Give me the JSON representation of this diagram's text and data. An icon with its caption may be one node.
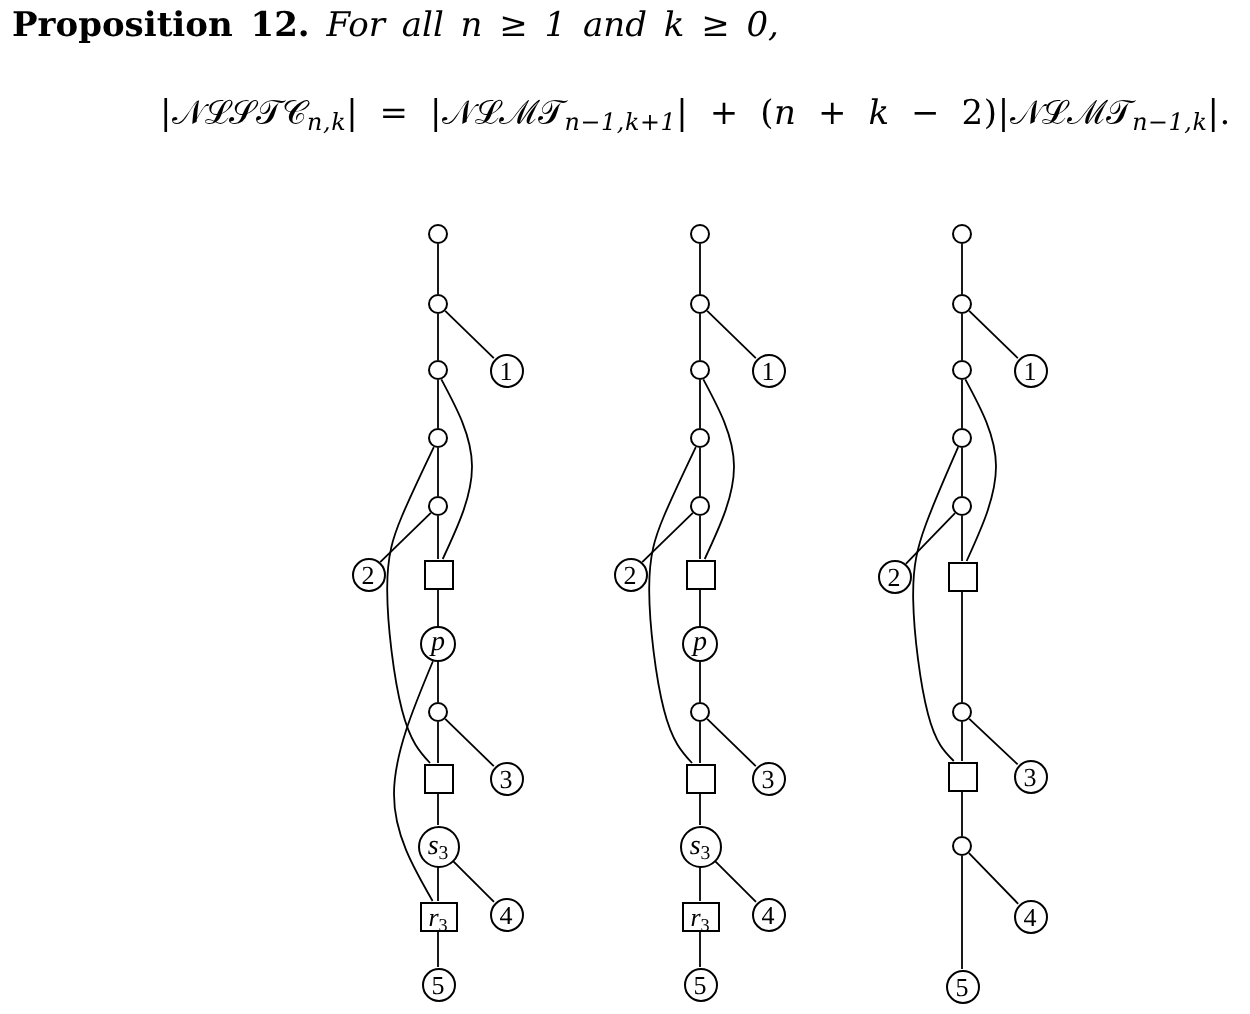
{
  "diagram": {
    "nodes": [
      {
        "text": [],
        "shape": "circle"
      },
      {
        "text": [],
        "shape": "circle"
      },
      {
        "text": [],
        "shape": "circle"
      },
      {
        "text": [
          "1"
        ]
      },
      {
        "text": [],
        "shape": "circle"
      },
      {
        "text": [],
        "shape": "circle"
      },
      {
        "text": [
          "2"
        ]
      },
      {
        "text": [],
        "shape": "box"
      },
      {
        "text": [
          "p"
        ]
      },
      {
        "text": [],
        "shape": "circle"
      },
      {
        "text": [],
        "shape": "box"
      },
      {
        "text": [
          "3"
        ]
      },
      {
        "text": [
          "s$_{3}$"
        ]
      },
      {
        "text": [
          "r$_{3}$"
        ]
      },
      {
        "text": [
          "4"
        ]
      },
      {
        "text": [
          "5"
        ]
      },
      {
        "text": [],
        "shape": "circle"
      },
      {
        "text": [],
        "shape": "circle"
      },
      {
        "text": [],
        "shape": "circle"
      },
      {
        "text": [
          "1"
        ]
      },
      {
        "text": [],
        "shape": "circle"
      },
      {
        "text": [],
        "shape": "circle"
      },
      {
        "text": [
          "2"
        ]
      },
      {
        "text": [],
        "shape": "box"
      },
      {
        "text": [
          "p"
        ]
      },
      {
        "text": [],
        "shape": "circle"
      },
      {
        "text": [],
        "shape": "box"
      },
      {
        "text": [
          "3"
        ]
      },
      {
        "text": [
          "s$_{3}$"
        ]
      },
      {
        "text": [
          "r$_{3}$"
        ]
      },
      {
        "text": [
          "4"
        ]
      },
      {
        "text": [
          "5"
        ]
      },
      {
        "text": [],
        "shape": "circle"
      },
      {
        "text": [],
        "shape": "circle"
      },
      {
        "text": [],
        "shape": "circle"
      },
      {
        "text": [
          "1"
        ]
      },
      {
        "text": [],
        "shape": "circle"
      },
      {
        "text": [],
        "shape": "circle"
      },
      {
        "text": [
          "2"
        ]
      },
      {
        "text": [],
        "shape": "box"
      },
      {
        "text": [],
        "shape": "circle"
      },
      {
        "text": [],
        "shape": "box"
      },
      {
        "text": [
          "3"
        ]
      },
      {
        "text": [],
        "shape": "circle"
      },
      {
        "text": [
          "4"
        ]
      },
      {
        "text": [
          "5"
        ]
      }
    ],
    "edges": [
      {
        "from": 0,
        "to": 1,
        "arrow": "none"
      },
      {
        "from": 1,
        "to": 2,
        "arrow": "none"
      },
      {
        "from": 1,
        "to": 3,
        "arrow": "none"
      },
      {
        "from": 2,
        "to": 4,
        "arrow": "none"
      },
      {
        "from": 2,
        "to": 7,
        "arrow": "none"
      },
      {
        "from": 4,
        "to": 5,
        "arrow": "none"
      },
      {
        "from": 4,
        "to": 10,
        "arrow": "none"
      },
      {
        "from": 5,
        "to": 7,
        "arrow": "none"
      },
      {
        "from": 5,
        "to": 6,
        "arrow": "none"
      },
      {
        "from": 7,
        "to": 8,
        "arrow": "none"
      },
      {
        "from": 8,
        "to": 9,
        "arrow": "none"
      },
      {
        "from": 8,
        "to": 13,
        "arrow": "none"
      },
      {
        "from": 9,
        "to": 10,
        "arrow": "none"
      },
      {
        "from": 9,
        "to": 11,
        "arrow": "none"
      },
      {
        "from": 10,
        "to": 12,
        "arrow": "none"
      },
      {
        "from": 12,
        "to": 13,
        "arrow": "none"
      },
      {
        "from": 12,
        "to": 14,
        "arrow": "none"
      },
      {
        "from": 13,
        "to": 15,
        "arrow": "none"
      },
      {
        "from": 16,
        "to": 17,
        "arrow": "none"
      },
      {
        "from": 17,
        "to": 18,
        "arrow": "none"
      },
      {
        "from": 17,
        "to": 19,
        "arrow": "none"
      },
      {
        "from": 18,
        "to": 20,
        "arrow": "none"
      },
      {
        "from": 18,
        "to": 23,
        "arrow": "none"
      },
      {
        "from": 20,
        "to": 21,
        "arrow": "none"
      },
      {
        "from": 20,
        "to": 26,
        "arrow": "none"
      },
      {
        "from": 21,
        "to": 23,
        "arrow": "none"
      },
      {
        "from": 21,
        "to": 22,
        "arrow": "none"
      },
      {
        "from": 23,
        "to": 24,
        "arrow": "none"
      },
      {
        "from": 24,
        "to": 25,
        "arrow": "none"
      },
      {
        "from": 25,
        "to": 26,
        "arrow": "none"
      },
      {
        "from": 25,
        "to": 27,
        "arrow": "none"
      },
      {
        "from": 26,
        "to": 28,
        "arrow": "none"
      },
      {
        "from": 28,
        "to": 29,
        "arrow": "none"
      },
      {
        "from": 28,
        "to": 30,
        "arrow": "none"
      },
      {
        "from": 29,
        "to": 31,
        "arrow": "none"
      },
      {
        "from": 32,
        "to": 33,
        "arrow": "none"
      },
      {
        "from": 33,
        "to": 34,
        "arrow": "none"
      },
      {
        "from": 33,
        "to": 35,
        "arrow": "none"
      },
      {
        "from": 34,
        "to": 36,
        "arrow": "none"
      },
      {
        "from": 34,
        "to": 39,
        "arrow": "none"
      },
      {
        "from": 36,
        "to": 37,
        "arrow": "none"
      },
      {
        "from": 36,
        "to": 41,
        "arrow": "none"
      },
      {
        "from": 37,
        "to": 39,
        "arrow": "none"
      },
      {
        "from": 37,
        "to": 38,
        "arrow": "none"
      },
      {
        "from": 39,
        "to": 40,
        "arrow": "none"
      },
      {
        "from": 40,
        "to": 41,
        "arrow": "none"
      },
      {
        "from": 40,
        "to": 42,
        "arrow": "none"
      },
      {
        "from": 41,
        "to": 43,
        "arrow": "none"
      },
      {
        "from": 43,
        "to": 44,
        "arrow": "none"
      },
      {
        "from": 43,
        "to": 45,
        "arrow": "none"
      }
    ],
    "labels": [
      "**Proposition 12.** *For all n ≥ 1 and k ≥ 0,*",
      "|𝒩ℒ𝒮𝒯𝒞$_{n,k}$| = |𝒩ℒℳ𝒯$_{n−1,k+1}$| + (*n* + *k* − 2)|𝒩ℒℳ𝒯$_{n−1,k}$|."
    ]
  }
}
